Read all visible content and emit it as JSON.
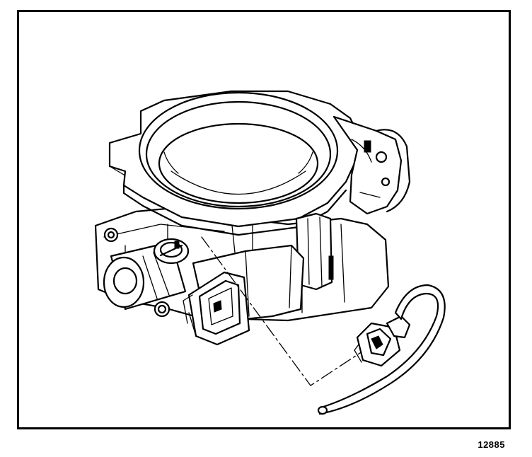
{
  "figure": {
    "number": "12885"
  },
  "parts": [
    {
      "id": "throttle-body",
      "icon": "throttle-body-icon"
    },
    {
      "id": "iac-valve",
      "icon": "iac-valve-icon"
    },
    {
      "id": "tps-sensor",
      "icon": "tps-sensor-icon"
    },
    {
      "id": "electrical-connector",
      "icon": "connector-icon"
    },
    {
      "id": "harness",
      "icon": "wire-harness-icon"
    }
  ],
  "colors": {
    "line": "#000000",
    "paper": "#ffffff"
  }
}
